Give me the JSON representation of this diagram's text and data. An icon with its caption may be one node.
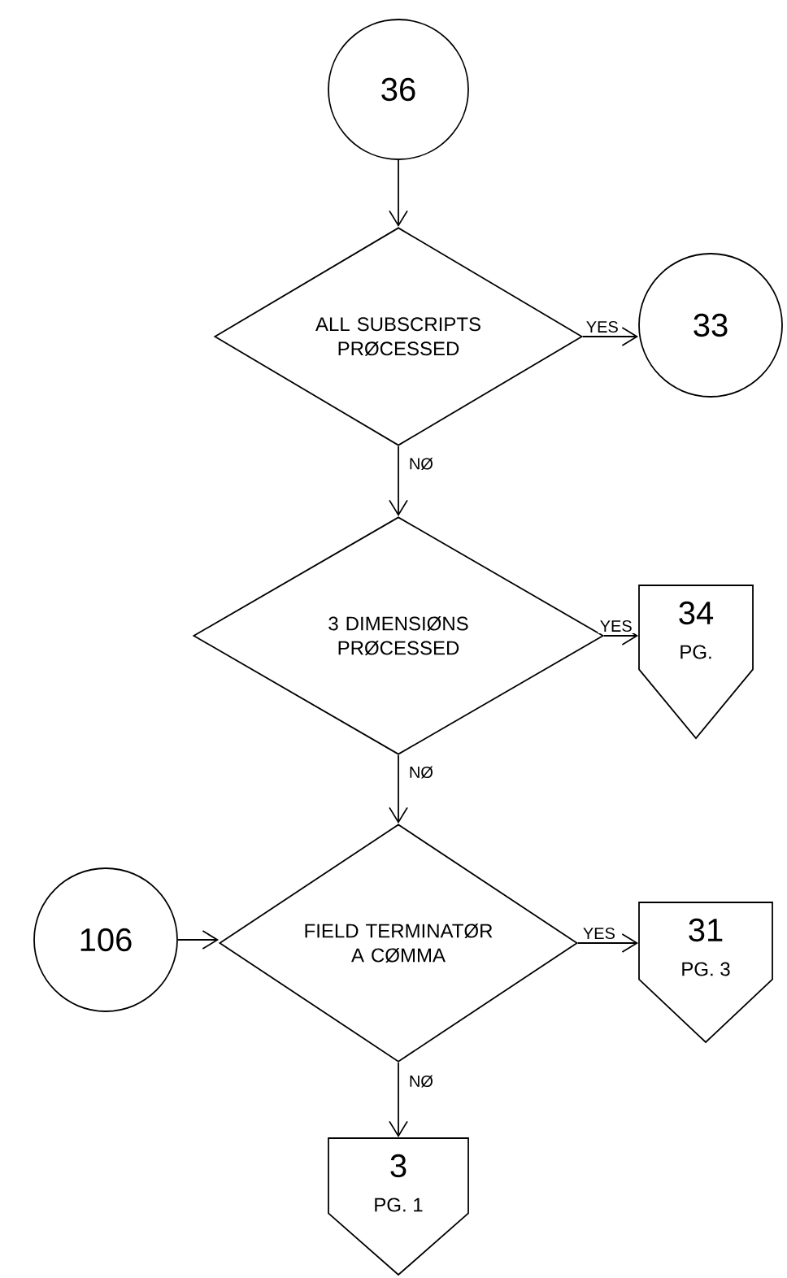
{
  "diagram": {
    "nodes": [
      {
        "text": [
          "36"
        ]
      },
      {
        "text": [
          "ALL SUBSCRIPTS PRØCESSED"
        ]
      },
      {
        "text": [
          "33"
        ]
      },
      {
        "text": [
          "3 DIMENSIØNS PRØCESSED"
        ]
      },
      {
        "text": [
          "34",
          "PG."
        ]
      },
      {
        "text": [
          "106"
        ]
      },
      {
        "text": [
          "FIELD TERMINATØR A CØMMA"
        ]
      },
      {
        "text": [
          "31",
          "PG. 3"
        ]
      },
      {
        "text": [
          "3",
          "PG. 1"
        ]
      }
    ],
    "edges": [
      {
        "from": 0,
        "to": 1,
        "arrow": "to"
      },
      {
        "from": 1,
        "to": 2,
        "arrow": "to",
        "label": "YES"
      },
      {
        "from": 1,
        "to": 3,
        "arrow": "to",
        "label": "NØ"
      },
      {
        "from": 3,
        "to": 4,
        "arrow": "to",
        "label": "YES"
      },
      {
        "from": 3,
        "to": 6,
        "arrow": "to",
        "label": "NØ"
      },
      {
        "from": 5,
        "to": 6,
        "arrow": "to"
      },
      {
        "from": 6,
        "to": 7,
        "arrow": "to",
        "label": "YES"
      },
      {
        "from": 6,
        "to": 8,
        "arrow": "to",
        "label": "NØ"
      }
    ]
  }
}
